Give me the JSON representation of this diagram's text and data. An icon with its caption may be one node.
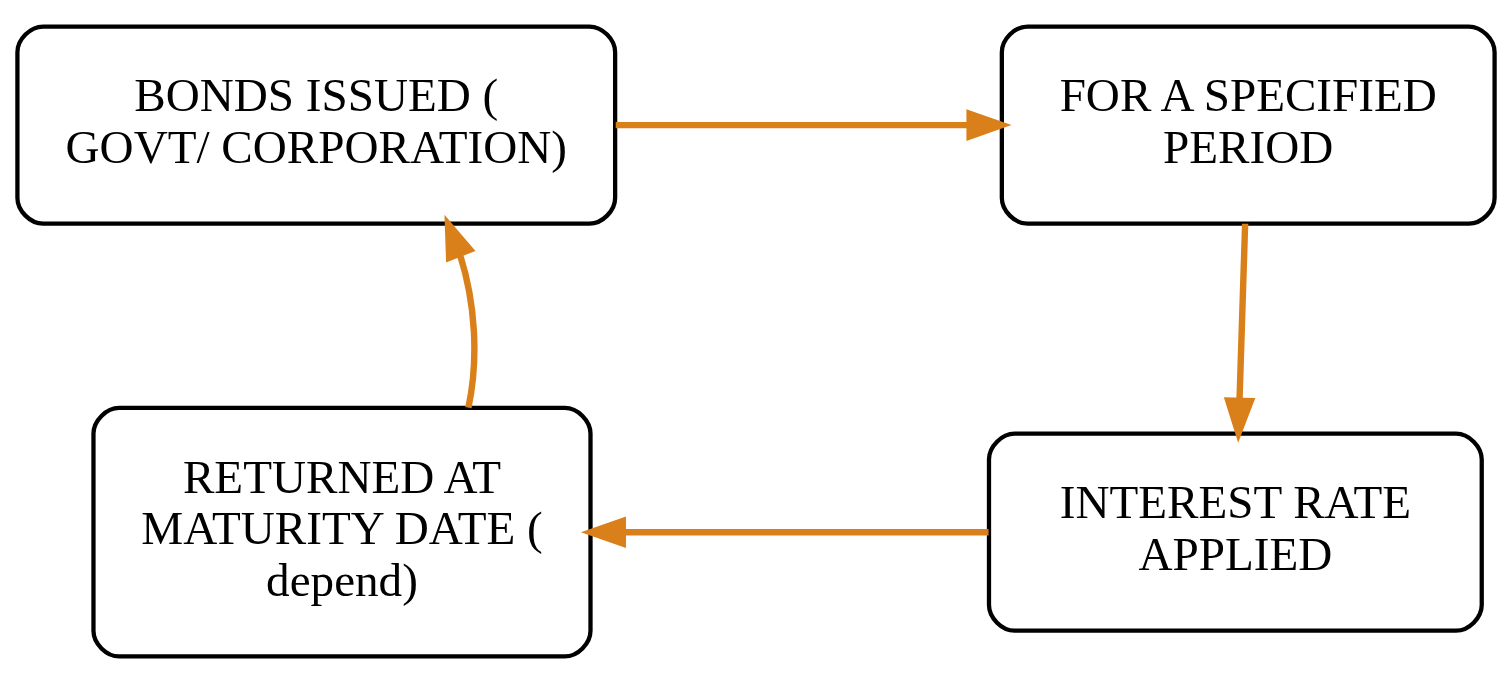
{
  "diagram": {
    "nodes": [
      {
        "text": [
          "BONDS ISSUED ( GOVT/ CORPORATION)"
        ]
      },
      {
        "text": [
          "FOR A SPECIFIED PERIOD"
        ]
      },
      {
        "text": [
          "INTEREST RATE APPLIED"
        ]
      },
      {
        "text": [
          "RETURNED AT MATURITY DATE ( depend)"
        ]
      }
    ],
    "edges": [
      {
        "from": 0,
        "to": 1,
        "arrow": "to"
      },
      {
        "from": 1,
        "to": 2,
        "arrow": "to"
      },
      {
        "from": 2,
        "to": 3,
        "arrow": "to"
      },
      {
        "from": 3,
        "to": 0,
        "arrow": "to"
      }
    ]
  }
}
